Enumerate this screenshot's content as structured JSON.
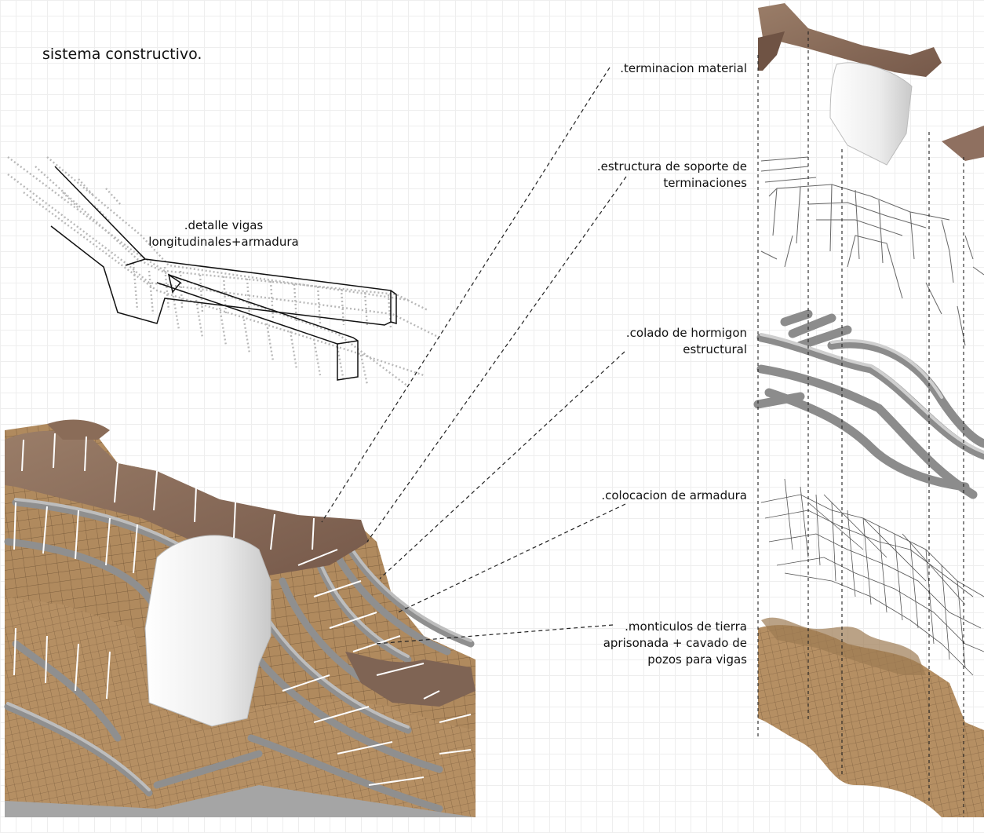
{
  "title": "sistema constructivo.",
  "detail_label": [
    ".detalle vigas",
    "longitudinales+armadura"
  ],
  "layers": [
    {
      "id": "terminacion",
      "lines": [
        ".terminacion material"
      ]
    },
    {
      "id": "estructura",
      "lines": [
        ".estructura de soporte de",
        "terminaciones"
      ]
    },
    {
      "id": "colado",
      "lines": [
        ".colado de hormigon",
        "estructural"
      ]
    },
    {
      "id": "armadura",
      "lines": [
        ".colocacion de armadura"
      ]
    },
    {
      "id": "monticulos",
      "lines": [
        ".monticulos de tierra",
        "aprisonada + cavado de",
        "pozos para vigas"
      ]
    }
  ],
  "colors": {
    "earth": "#a7835a",
    "earth_dark": "#7a5a3a",
    "concrete": "#9c9c9c",
    "concrete_light": "#c9c9c9",
    "wood": "#8a6c58",
    "white_shell": "#eeeeee",
    "rebar": "#555555"
  }
}
